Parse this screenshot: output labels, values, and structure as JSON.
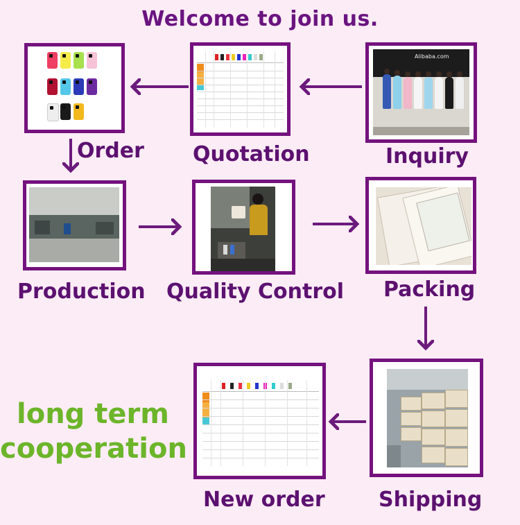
{
  "header": {
    "title": "Welcome to join us."
  },
  "steps": [
    {
      "id": "order",
      "label": "Order"
    },
    {
      "id": "quotation",
      "label": "Quotation"
    },
    {
      "id": "inquiry",
      "label": "Inquiry"
    },
    {
      "id": "production",
      "label": "Production"
    },
    {
      "id": "quality",
      "label": "Quality Control"
    },
    {
      "id": "packing",
      "label": "Packing"
    },
    {
      "id": "new_order",
      "label": "New order"
    },
    {
      "id": "shipping",
      "label": "Shipping"
    }
  ],
  "slogan": {
    "line1": "long term",
    "line2": "cooperation"
  },
  "inquiry_photo": {
    "banner_text": "Alibaba.com"
  },
  "colors": {
    "background": "#fcecf5",
    "frame": "#74127e",
    "label": "#5c1170",
    "arrow": "#6c1a7c",
    "slogan": "#6cb52a"
  }
}
